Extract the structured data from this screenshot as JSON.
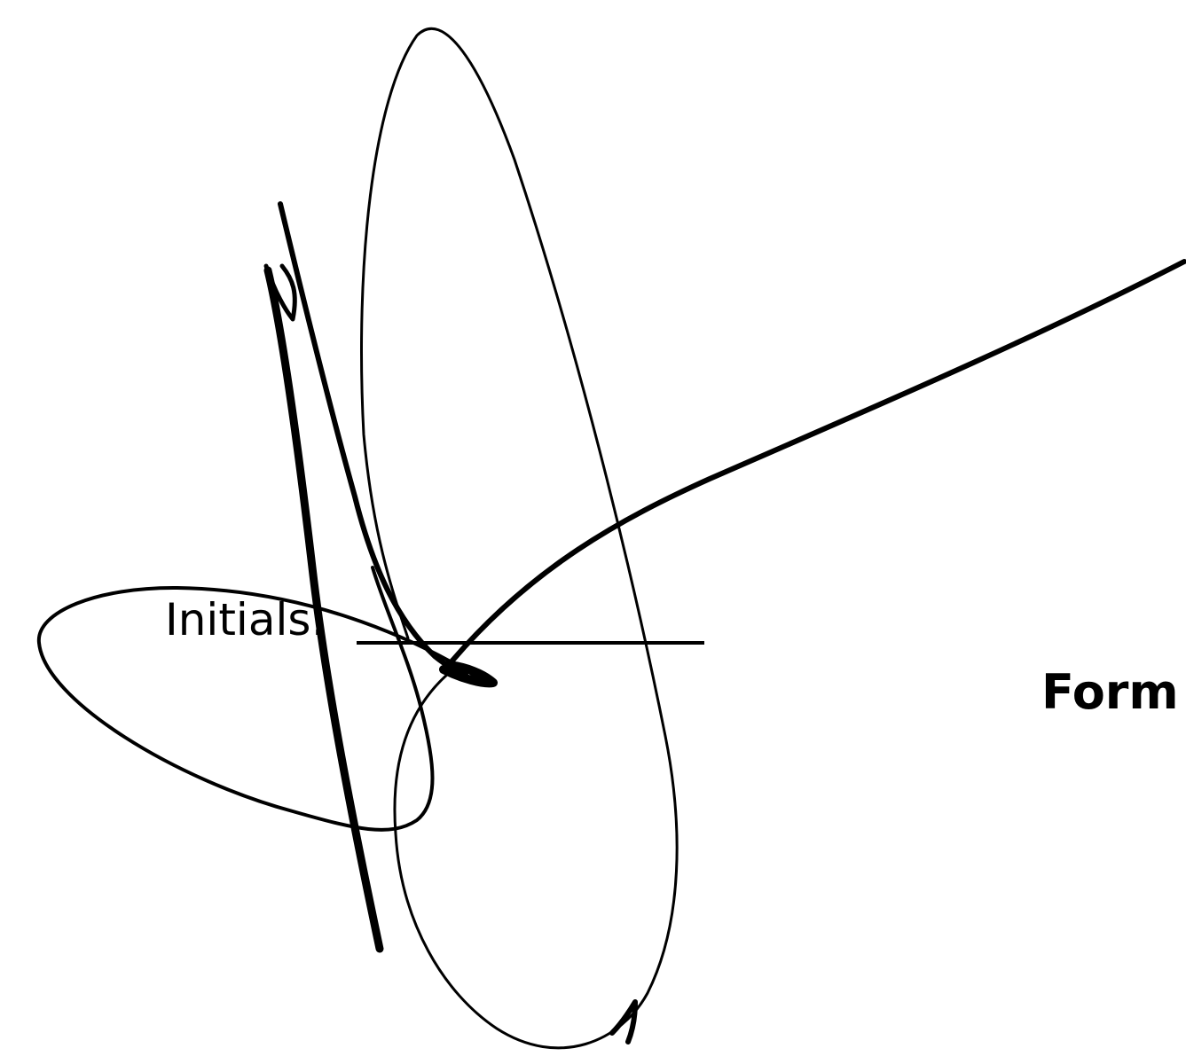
{
  "document": {
    "initials_label": "Initials:",
    "form_label": "Form"
  },
  "colors": {
    "ink": "#000000",
    "paper": "#ffffff"
  },
  "signature": {
    "icon": "handwritten-initials-signature"
  }
}
